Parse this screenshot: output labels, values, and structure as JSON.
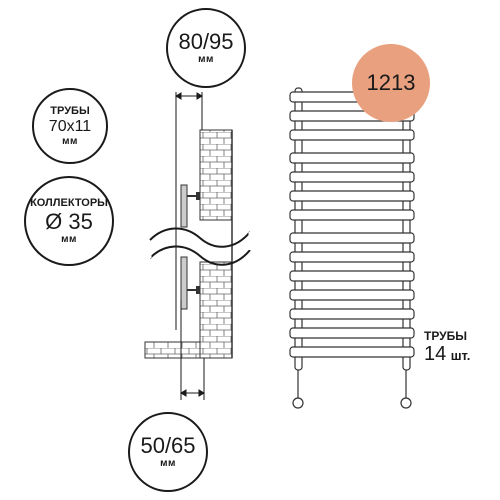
{
  "top_size": {
    "value": "80/95",
    "unit": "мм"
  },
  "bottom_size": {
    "value": "50/65",
    "unit": "мм"
  },
  "pipes_spec": {
    "label": "ТРУБЫ",
    "value": "70x11",
    "unit": "мм"
  },
  "collectors_spec": {
    "label": "КОЛЛЕКТОРЫ",
    "value": "Ø 35",
    "unit": "мм"
  },
  "height_badge": {
    "value": "1213",
    "color": "#E8A07E"
  },
  "pipes_count": {
    "label": "ТРУБЫ",
    "count": "14",
    "unit": "шт."
  },
  "line_color": "#1a1a1a",
  "brick_color": "#555555"
}
